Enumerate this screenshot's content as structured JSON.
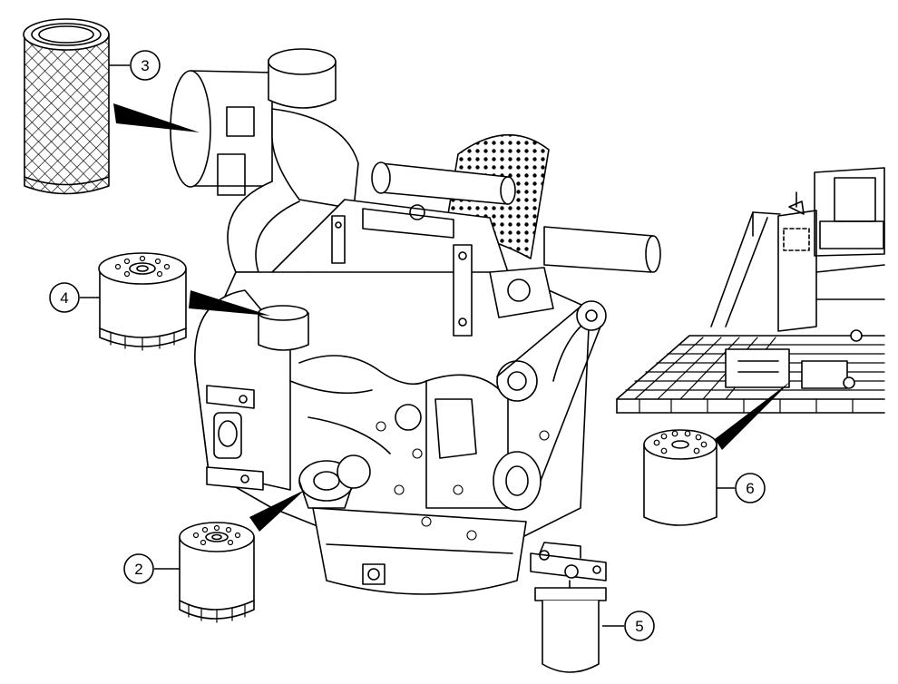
{
  "colors": {
    "line": "#000000",
    "background": "#ffffff",
    "pointer": "#000000"
  },
  "callouts": [
    {
      "id": "air-filter",
      "number": "3",
      "icon": "air-filter-element-icon"
    },
    {
      "id": "oil-filter",
      "number": "4",
      "icon": "oil-filter-canister-icon"
    },
    {
      "id": "engine-filter-lower",
      "number": "2",
      "icon": "fuel-filter-canister-icon"
    },
    {
      "id": "water-separator",
      "number": "5",
      "icon": "water-separator-icon"
    },
    {
      "id": "hydraulic-filter",
      "number": "6",
      "icon": "hydraulic-filter-icon"
    }
  ]
}
